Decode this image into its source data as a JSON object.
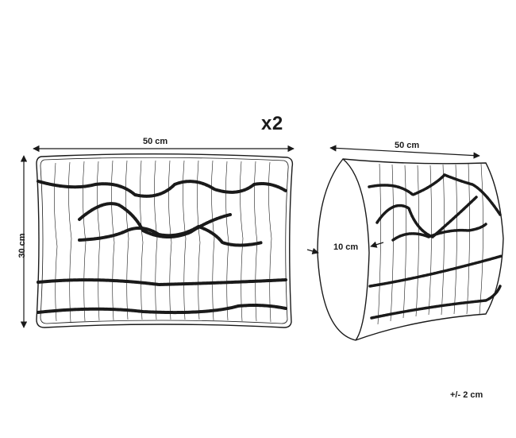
{
  "quantity_label": "x2",
  "front_view": {
    "width_label": "50 cm",
    "height_label": "30 cm"
  },
  "side_view": {
    "width_label": "50 cm",
    "depth_label": "10 cm"
  },
  "tolerance_label": "+/- 2 cm",
  "colors": {
    "line": "#1a1a1a",
    "background": "#ffffff"
  }
}
